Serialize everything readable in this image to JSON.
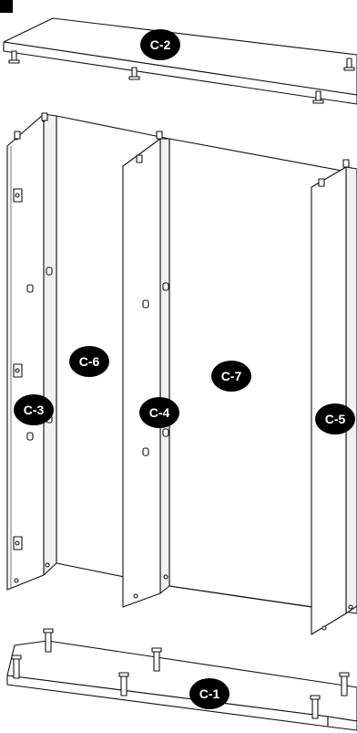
{
  "labels": {
    "top_panel": "C-2",
    "left_side": "C-3",
    "back_left": "C-6",
    "middle_divider": "C-4",
    "back_right": "C-7",
    "right_side": "C-5",
    "bottom_panel": "C-1"
  }
}
